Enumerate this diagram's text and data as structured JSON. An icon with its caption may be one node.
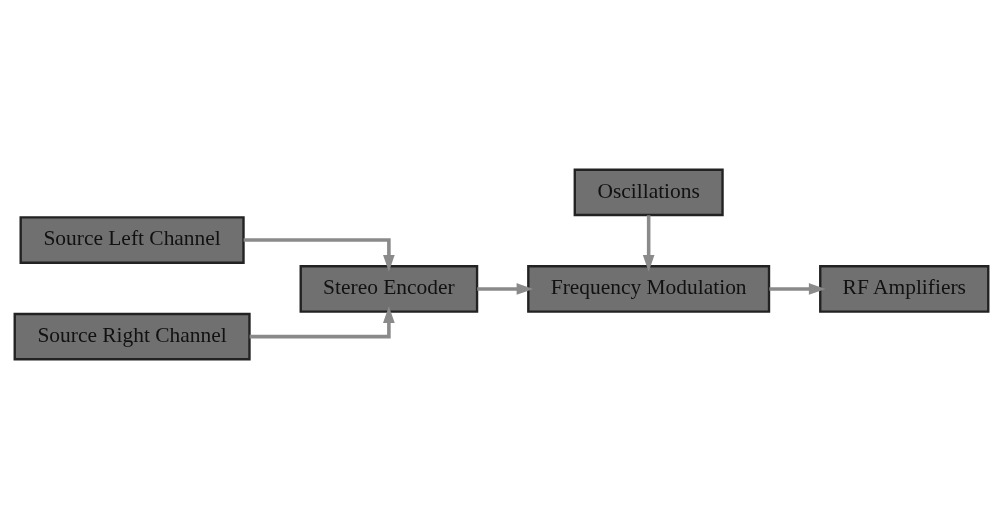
{
  "diagram": {
    "nodes": [
      {
        "text": [
          "Source Left Channel"
        ]
      },
      {
        "text": [
          "Source Right Channel"
        ]
      },
      {
        "text": [
          "Stereo Encoder"
        ]
      },
      {
        "text": [
          "Frequency Modulation"
        ]
      },
      {
        "text": [
          "RF Amplifiers"
        ]
      },
      {
        "text": [
          "Oscillations"
        ]
      }
    ],
    "edges": [
      {
        "from": 0,
        "to": 2,
        "arrow": "to"
      },
      {
        "from": 1,
        "to": 2,
        "arrow": "to"
      },
      {
        "from": 2,
        "to": 3,
        "arrow": "to"
      },
      {
        "from": 3,
        "to": 4,
        "arrow": "to"
      },
      {
        "from": 5,
        "to": 3,
        "arrow": "to"
      }
    ]
  }
}
